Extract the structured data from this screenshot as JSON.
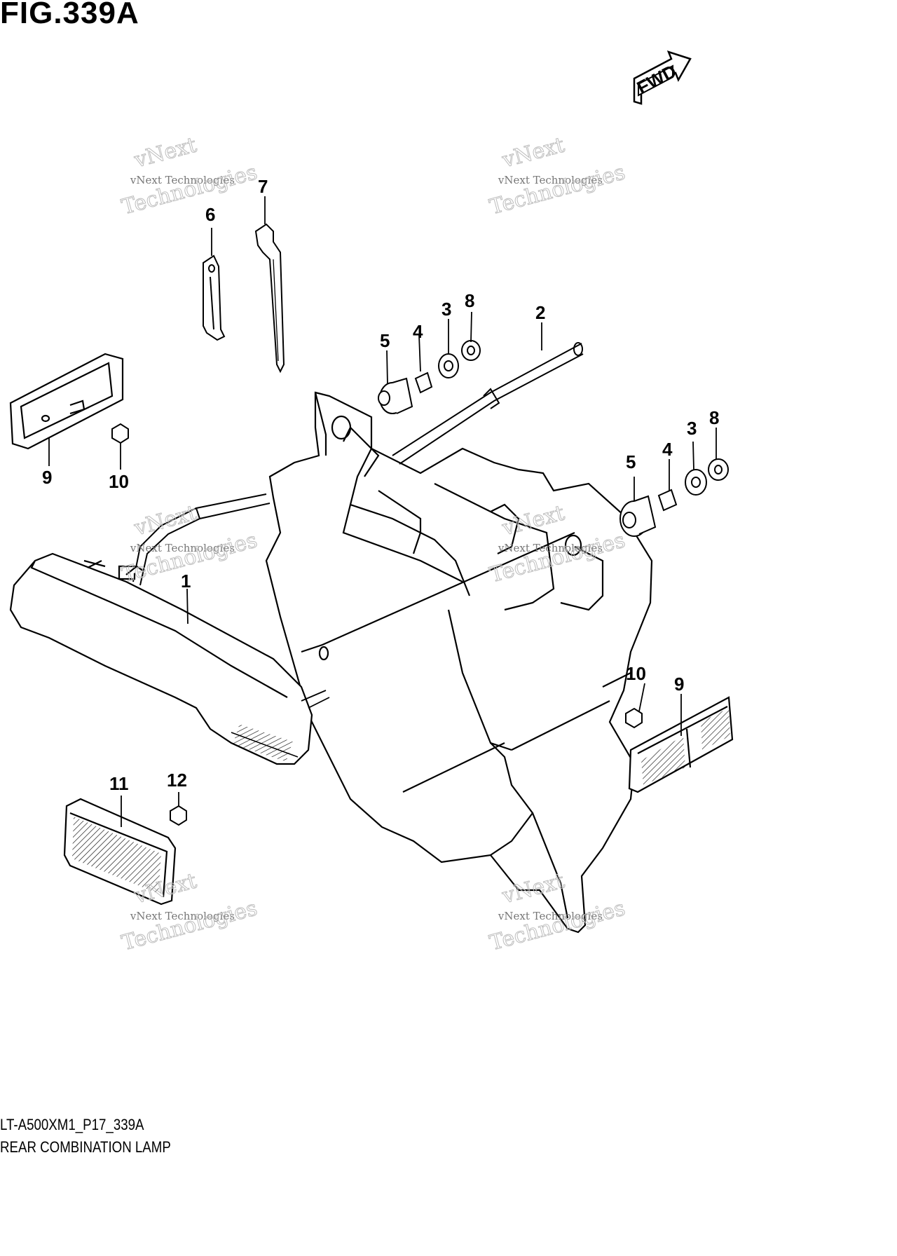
{
  "header": {
    "figure_title": "FIG.339A"
  },
  "footer": {
    "code": "LT-A500XM1_P17_339A",
    "name": "REAR COMBINATION LAMP"
  },
  "direction_marker": {
    "label": "FWD"
  },
  "watermark": {
    "line1": "vNext",
    "line2": "vNext Technologies",
    "line3": "Technologies"
  },
  "callouts": {
    "c1": "1",
    "c2": "2",
    "c3a": "3",
    "c3b": "3",
    "c4a": "4",
    "c4b": "4",
    "c5a": "5",
    "c5b": "5",
    "c6": "6",
    "c7": "7",
    "c8a": "8",
    "c8b": "8",
    "c9a": "9",
    "c9b": "9",
    "c10a": "10",
    "c10b": "10",
    "c11": "11",
    "c12": "12"
  }
}
